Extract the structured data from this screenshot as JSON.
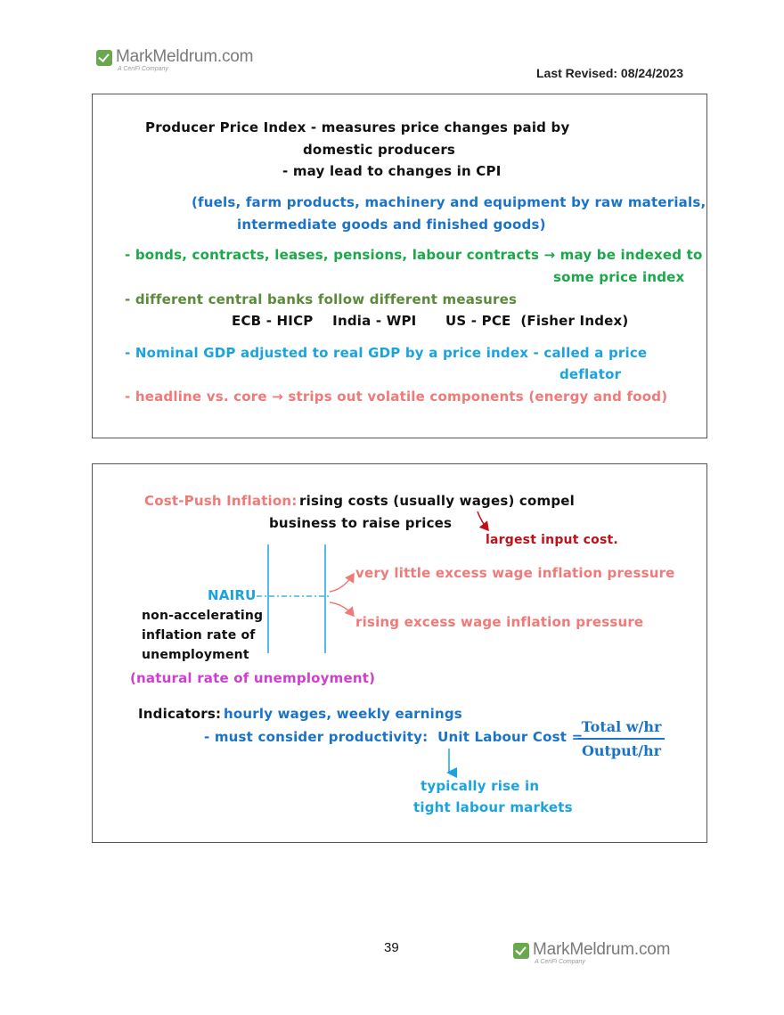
{
  "header": {
    "logo_name": "MarkMeldrum.com",
    "logo_tagline": "A CeriFi Company",
    "last_revised": "Last Revised: 08/24/2023"
  },
  "slide1": {
    "line1": "Producer Price Index - measures price changes paid by",
    "line2": "domestic producers",
    "line3": "- may lead to changes in CPI",
    "paren1": "(fuels, farm products, machinery and equipment by raw materials,",
    "paren2": "intermediate goods and finished goods)",
    "bonds1": "- bonds, contracts, leases, pensions, labour contracts → may be indexed to",
    "bonds2": "some price index",
    "central": "- different central banks follow different measures",
    "measures": "ECB - HICP    India - WPI      US - PCE  (Fisher Index)",
    "nominal1": "- Nominal GDP adjusted to real GDP by a price index - called a price",
    "nominal2": "deflator",
    "headline": "- headline vs. core → strips out volatile components (energy and food)"
  },
  "slide2": {
    "cost_push_label": "Cost-Push Inflation:",
    "cost_push_text": "rising costs (usually wages) compel",
    "cost_push_text2": "business to raise prices",
    "largest": "largest input cost.",
    "nairu": "NAIRU",
    "nairu_def1": "non-accelerating",
    "nairu_def2": "inflation rate of",
    "nairu_def3": "unemployment",
    "natural": "(natural rate of unemployment)",
    "very_little": "very little excess wage inflation pressure",
    "rising_excess": "rising excess wage inflation pressure",
    "indicators_label": "Indicators:",
    "indicators_text": "hourly wages, weekly earnings",
    "productivity": "- must consider productivity:  Unit Labour Cost =",
    "frac_num": "Total w/hr",
    "frac_den": "Output/hr",
    "typically1": "typically rise in",
    "typically2": "tight labour markets"
  },
  "footer": {
    "page_number": "39",
    "logo_name": "MarkMeldrum.com",
    "logo_tagline": "A CeriFi Company"
  }
}
